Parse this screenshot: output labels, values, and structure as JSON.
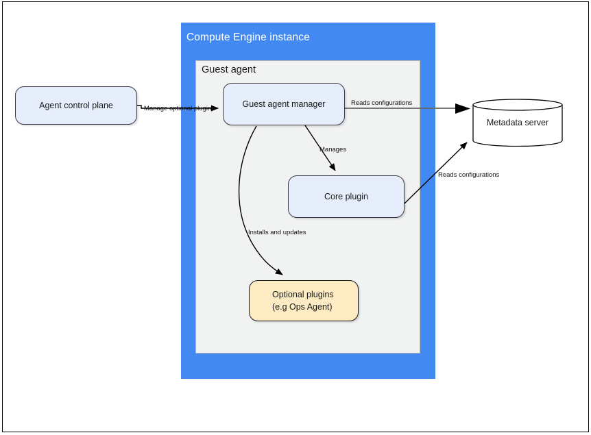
{
  "diagram": {
    "title_container": "Compute Engine instance",
    "subcontainer_title": "Guest agent",
    "colors": {
      "container_blue": "#4289F2",
      "panel_gray": "#F1F2F2",
      "node_blue_fill": "#E6EDFB",
      "node_tan_fill": "#FCEBC3",
      "node_stroke": "#3a3a42",
      "edge_gray": "#666666",
      "edge_black": "#000000"
    },
    "nodes": {
      "agent_control_plane": {
        "label": "Agent control plane"
      },
      "guest_agent_manager": {
        "label": "Guest agent manager"
      },
      "core_plugin": {
        "label": "Core plugin"
      },
      "optional_plugins": {
        "label_line1": "Optional plugins",
        "label_line2": "(e.g  Ops Agent)"
      },
      "metadata_server": {
        "label": "Metadata server",
        "shape": "cylinder-icon"
      }
    },
    "edges": [
      {
        "from": "agent_control_plane",
        "to": "guest_agent_manager",
        "label": "Manage optional plugins",
        "style": "straight",
        "color": "#000000"
      },
      {
        "from": "guest_agent_manager",
        "to": "metadata_server",
        "label": "Reads configurations",
        "style": "straight",
        "color": "#666666"
      },
      {
        "from": "guest_agent_manager",
        "to": "core_plugin",
        "label": "Manages",
        "style": "straight",
        "color": "#000000"
      },
      {
        "from": "guest_agent_manager",
        "to": "optional_plugins",
        "label": "Installs and updates",
        "style": "curved",
        "color": "#000000"
      },
      {
        "from": "core_plugin",
        "to": "metadata_server",
        "label": "Reads configurations",
        "style": "straight",
        "color": "#000000"
      }
    ],
    "edge_labels": {
      "manage_optional_plugins": "Manage optional plugins",
      "reads_configurations_top": "Reads configurations",
      "manages": "Manages",
      "reads_configurations_bottom": "Reads configurations",
      "installs_and_updates": "Installs and updates"
    }
  }
}
